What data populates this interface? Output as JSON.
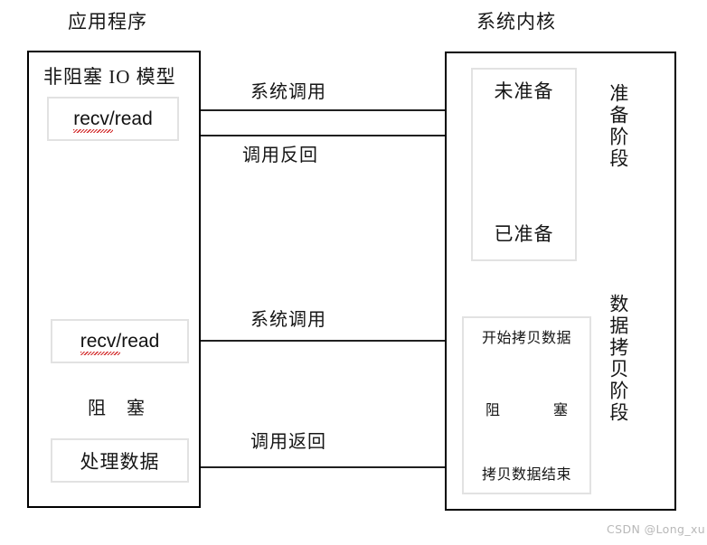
{
  "titles": {
    "application": "应用程序",
    "kernel": "系统内核"
  },
  "application_panel": {
    "model_title": "非阻塞 IO 模型",
    "boxes": [
      {
        "id": "recv-read-1",
        "label": "recv/read",
        "spellcheck_underline": true
      },
      {
        "id": "recv-read-2",
        "label": "recv/read",
        "spellcheck_underline": true
      },
      {
        "id": "process-data",
        "label": "处理数据",
        "spellcheck_underline": false
      }
    ],
    "blocking_caption": {
      "left": "阻",
      "right": "塞"
    }
  },
  "kernel_panel": {
    "prepare_stage": {
      "vertical_label": "准备阶段",
      "states": [
        "未准备",
        "已准备"
      ]
    },
    "copy_stage": {
      "vertical_label": "数据拷贝阶段",
      "states": [
        "开始拷贝数据",
        "拷贝数据结束"
      ],
      "blocking_caption": {
        "left": "阻",
        "right": "塞"
      }
    }
  },
  "arrows": [
    {
      "id": "syscall-1",
      "caption": "系统调用",
      "direction": "right"
    },
    {
      "id": "call-return-1",
      "caption": "调用反回",
      "direction": "left"
    },
    {
      "id": "syscall-2",
      "caption": "系统调用",
      "direction": "right"
    },
    {
      "id": "call-return-2",
      "caption": "调用返回",
      "direction": "left"
    }
  ],
  "watermark": "CSDN @Long_xu",
  "colors": {
    "outer_border": "#000000",
    "inner_border": "#e2e2e2",
    "text": "#161616",
    "spellcheck": "#d02020",
    "watermark": "#b8b8b8",
    "background": "#ffffff"
  }
}
